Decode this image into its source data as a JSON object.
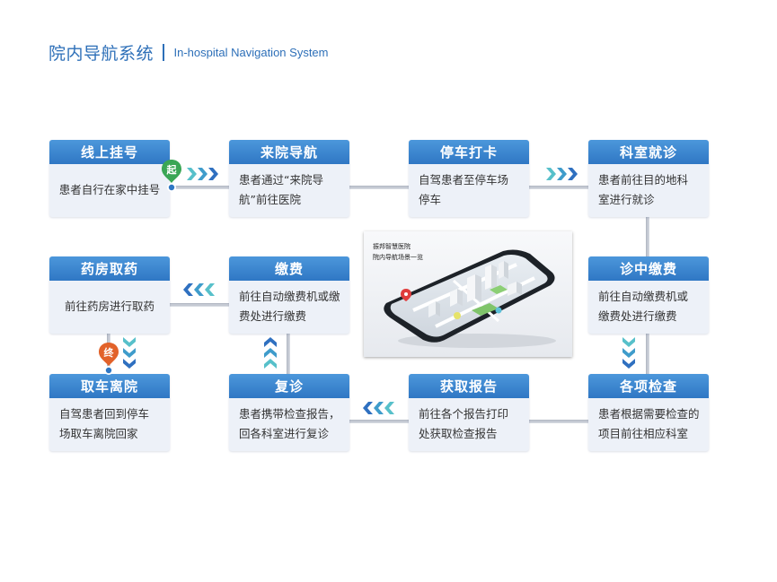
{
  "header": {
    "title_zh": "院内导航系统",
    "separator": "|",
    "title_en": "In-hospital Navigation System"
  },
  "steps": [
    {
      "title": "线上挂号",
      "desc": "患者自行在家中挂号"
    },
    {
      "title": "来院导航",
      "desc_line1": "患者通过“来院导",
      "desc_line2": "航”前往医院"
    },
    {
      "title": "停车打卡",
      "desc_line1": "自驾患者至停车场",
      "desc_line2": "停车"
    },
    {
      "title": "科室就诊",
      "desc_line1": "患者前往目的地科",
      "desc_line2": "室进行就诊"
    },
    {
      "title": "诊中缴费",
      "desc_line1": "前往自动缴费机或",
      "desc_line2": "缴费处进行缴费"
    },
    {
      "title": "缴费",
      "desc_line1": "前往自动缴费机或缴",
      "desc_line2": "费处进行缴费"
    },
    {
      "title": "药房取药",
      "desc": "前往药房进行取药"
    },
    {
      "title": "各项检查",
      "desc_line1": "患者根据需要检查的",
      "desc_line2": "项目前往相应科室"
    },
    {
      "title": "获取报告",
      "desc_line1": "前往各个报告打印",
      "desc_line2": "处获取检查报告"
    },
    {
      "title": "复诊",
      "desc_line1": "患者携带检查报告，",
      "desc_line2": "回各科室进行复诊"
    },
    {
      "title": "取车离院",
      "desc_line1": "自驾患者回到停车",
      "desc_line2": "场取车离院回家"
    }
  ],
  "markers": {
    "start": "起",
    "end": "终"
  },
  "center_image": {
    "line1": "振邦智慧医院",
    "line2": "院内导航场景一览"
  },
  "colors": {
    "title_blue": "#2d6fb8",
    "card_head": "#3a84cf",
    "card_bg": "#edf1f8",
    "chevron_teal": "#3fb8c3",
    "chevron_blue": "#2f70c0",
    "start_green": "#3aa655",
    "end_orange": "#e2622a",
    "connector": "#c4c9d3"
  }
}
